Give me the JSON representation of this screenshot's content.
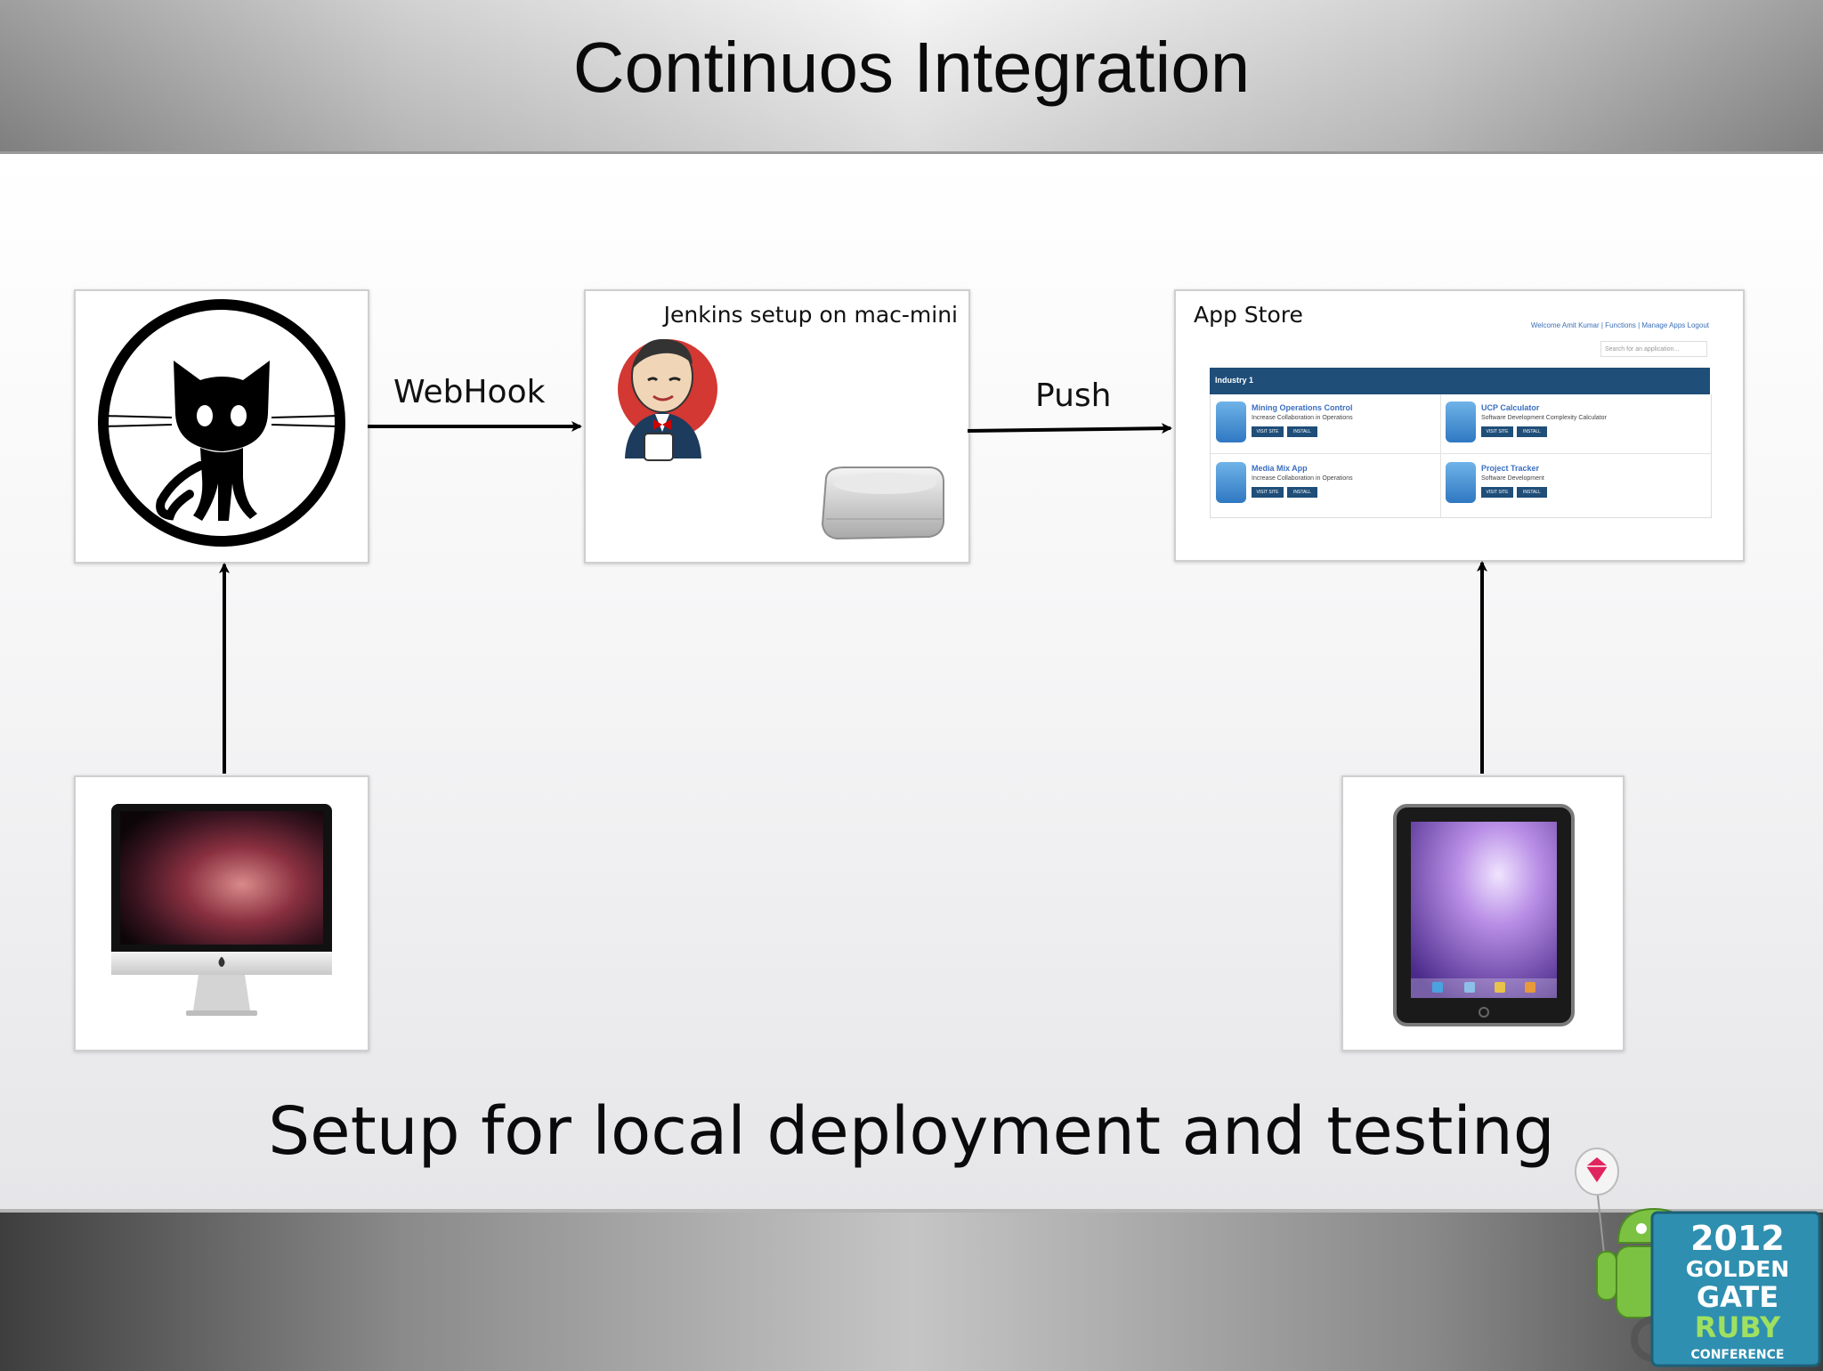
{
  "slide": {
    "title": "Continuos Integration",
    "caption": "Setup for local deployment and testing"
  },
  "nodes": {
    "github": {
      "icon": "github-octocat-icon"
    },
    "jenkins": {
      "label": "Jenkins setup on mac-mini",
      "icons": [
        "jenkins-butler-icon",
        "mac-mini-icon"
      ]
    },
    "app_store": {
      "label": "App Store",
      "header_links": "Welcome Amit Kumar | Functions | Manage Apps Logout",
      "search_placeholder": "Search for an application...",
      "section": "Industry 1",
      "apps": [
        {
          "name": "Mining Operations Control",
          "desc": "Increase Collaboration in Operations"
        },
        {
          "name": "UCP Calculator",
          "desc": "Software Development Complexity Calculator"
        },
        {
          "name": "Media Mix App",
          "desc": "Increase Collaboration in Operations"
        },
        {
          "name": "Project Tracker",
          "desc": "Software Development"
        }
      ],
      "buttons": [
        "VISIT SITE",
        "INSTALL"
      ]
    },
    "imac": {
      "icon": "imac-icon"
    },
    "ipad": {
      "icon": "ipad-icon"
    }
  },
  "edges": [
    {
      "from": "github",
      "to": "jenkins",
      "label": "WebHook"
    },
    {
      "from": "jenkins",
      "to": "app_store",
      "label": "Push"
    },
    {
      "from": "imac",
      "to": "github",
      "label": ""
    },
    {
      "from": "ipad",
      "to": "app_store",
      "label": ""
    }
  ],
  "logo": {
    "lines": [
      "2012",
      "GOLDEN",
      "GATE",
      "RUBY",
      "CONFERENCE"
    ],
    "colors": {
      "panel": "#2f8fb0",
      "robot": "#7cc242",
      "gem": "#e0245e"
    }
  },
  "colors": {
    "store_header": "#1f4e79",
    "store_icon": "#3f8fd1",
    "text": "#111111"
  }
}
